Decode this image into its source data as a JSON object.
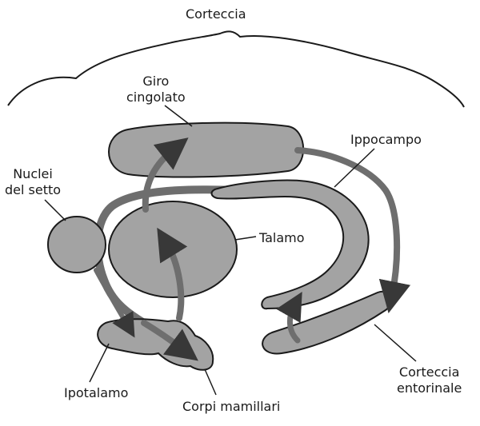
{
  "labels": {
    "corteccia": "Corteccia",
    "giro_cingolato": [
      "Giro",
      "cingolato"
    ],
    "ippocampo": "Ippocampo",
    "nuclei_del_setto": [
      "Nuclei",
      "del setto"
    ],
    "talamo": "Talamo",
    "ipotalamo": "Ipotalamo",
    "corpi_mamillari": "Corpi mamillari",
    "corteccia_entorinale": [
      "Corteccia",
      "entorinale"
    ]
  },
  "colors": {
    "structure_fill": "#a3a3a3",
    "pathway": "#6e6e6e",
    "arrow_head": "#383838",
    "outline": "#1a1a1a"
  }
}
